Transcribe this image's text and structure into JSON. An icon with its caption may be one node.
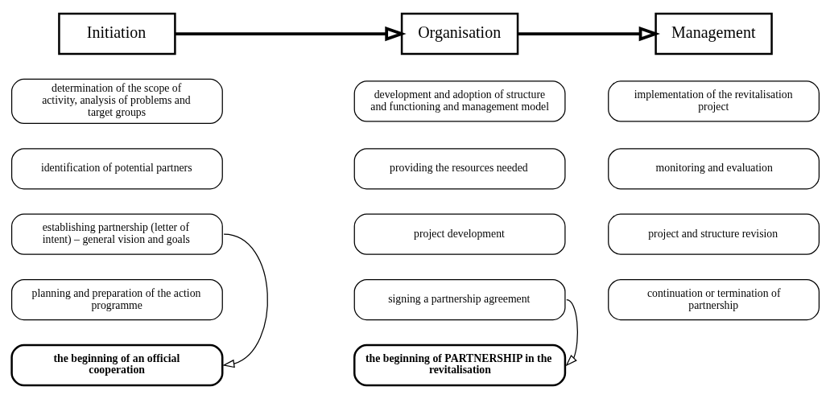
{
  "diagram": {
    "nodes": [
      {
        "text": [
          "Initiation"
        ]
      },
      {
        "text": [
          "Organisation"
        ]
      },
      {
        "text": [
          "Management"
        ]
      },
      {
        "text": [
          "determination of the scope of activity, analysis of problems and target groups"
        ]
      },
      {
        "text": [
          "identification of potential partners"
        ]
      },
      {
        "text": [
          "establishing partnership (letter of intent) – general vision and goals"
        ]
      },
      {
        "text": [
          "planning and preparation of the action programme"
        ]
      },
      {
        "text": [
          "the beginning of an official cooperation"
        ]
      },
      {
        "text": [
          "development and adoption of structure and functioning and management model"
        ]
      },
      {
        "text": [
          "providing the resources needed"
        ]
      },
      {
        "text": [
          "project development"
        ]
      },
      {
        "text": [
          "signing a partnership agreement"
        ]
      },
      {
        "text": [
          "the beginning of PARTNERSHIP in the revitalisation"
        ]
      },
      {
        "text": [
          "implementation of the revitalisation project"
        ]
      },
      {
        "text": [
          "monitoring and evaluation"
        ]
      },
      {
        "text": [
          "project and structure revision"
        ]
      },
      {
        "text": [
          "continuation or termination of partnership"
        ]
      }
    ],
    "edges": [
      {
        "from": 0,
        "to": 1,
        "arrow": "to",
        "style": "thick"
      },
      {
        "from": 1,
        "to": 2,
        "arrow": "to",
        "style": "thick"
      },
      {
        "from": 5,
        "to": 7,
        "arrow": "to"
      },
      {
        "from": 11,
        "to": 12,
        "arrow": "to"
      }
    ]
  }
}
